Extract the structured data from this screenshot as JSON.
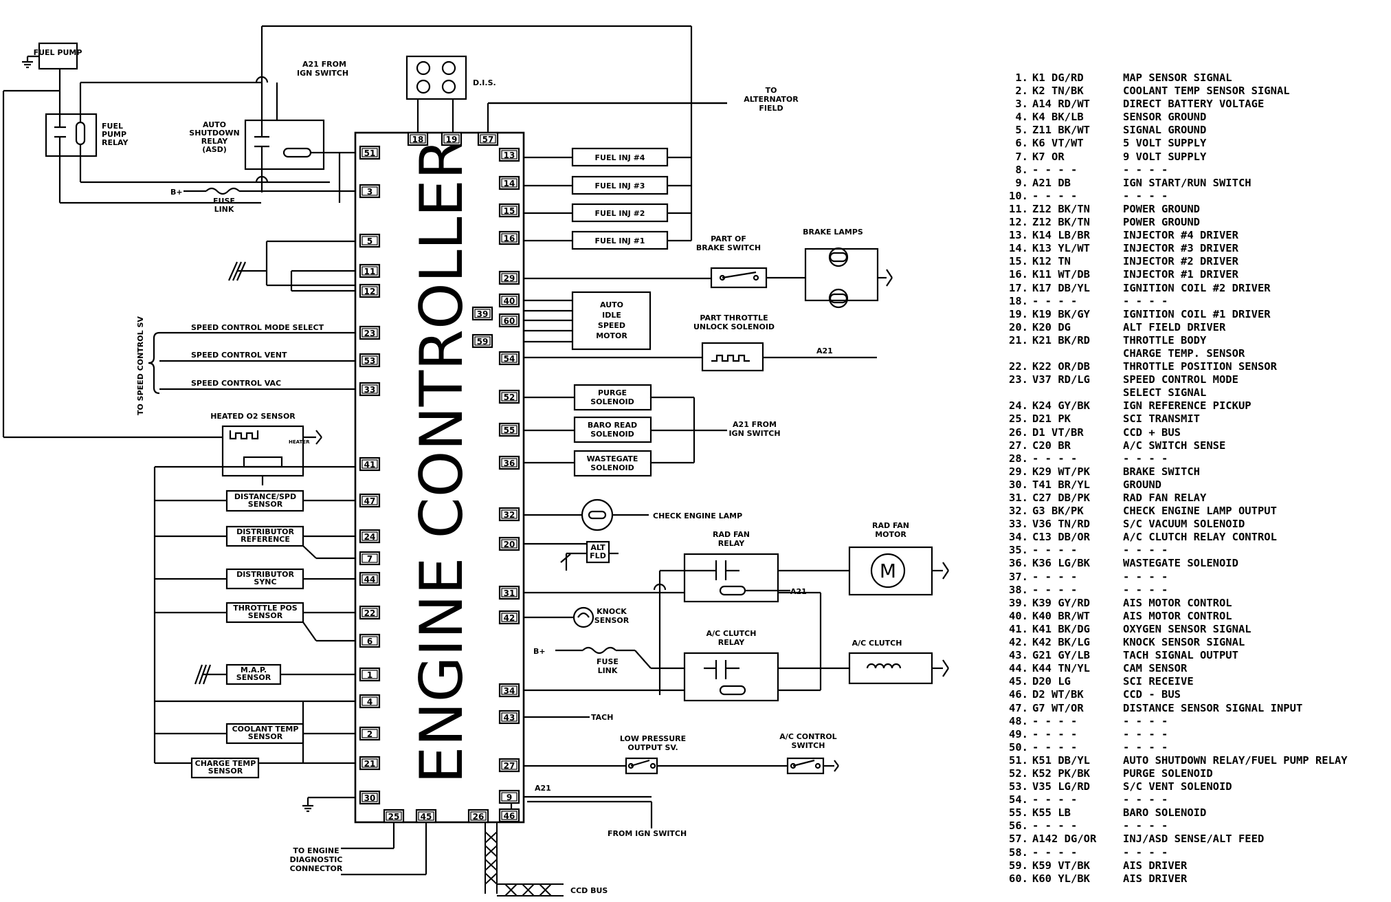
{
  "controller": {
    "title": "ENGINE CONTROLLER"
  },
  "left_pins": [
    {
      "pin": "51",
      "label": ""
    },
    {
      "pin": "3",
      "label": ""
    },
    {
      "pin": "5",
      "label": ""
    },
    {
      "pin": "11",
      "label": ""
    },
    {
      "pin": "12",
      "label": ""
    },
    {
      "pin": "23",
      "label": "SPEED CONTROL MODE SELECT"
    },
    {
      "pin": "53",
      "label": "SPEED CONTROL VENT"
    },
    {
      "pin": "33",
      "label": "SPEED CONTROL VAC"
    },
    {
      "pin": "41",
      "label": ""
    },
    {
      "pin": "47",
      "label": ""
    },
    {
      "pin": "24",
      "label": ""
    },
    {
      "pin": "7",
      "label": ""
    },
    {
      "pin": "44",
      "label": ""
    },
    {
      "pin": "22",
      "label": ""
    },
    {
      "pin": "6",
      "label": ""
    },
    {
      "pin": "1",
      "label": ""
    },
    {
      "pin": "4",
      "label": ""
    },
    {
      "pin": "2",
      "label": ""
    },
    {
      "pin": "21",
      "label": ""
    },
    {
      "pin": "30",
      "label": ""
    }
  ],
  "right_pins": [
    "13",
    "14",
    "15",
    "16",
    "29",
    "40",
    "60",
    "54",
    "52",
    "55",
    "36",
    "32",
    "20",
    "31",
    "42",
    "34",
    "43",
    "27",
    "9",
    "46"
  ],
  "mid_pins": [
    "39",
    "59"
  ],
  "top_pins": [
    "18",
    "19",
    "57"
  ],
  "bottom_pins": [
    "25",
    "45",
    "26"
  ],
  "components": {
    "fuel_pump": "FUEL PUMP",
    "fuel_pump_relay": [
      "FUEL",
      "PUMP",
      "RELAY"
    ],
    "a21_ign_top": [
      "A21 FROM",
      "IGN SWITCH"
    ],
    "asd_relay": [
      "AUTO",
      "SHUTDOWN",
      "RELAY",
      "(ASD)"
    ],
    "b_plus": "B+",
    "fuse_link": [
      "FUSE",
      "LINK"
    ],
    "dis": "D.I.S.",
    "alternator": [
      "TO",
      "ALTERNATOR",
      "FIELD"
    ],
    "fuel_inj": [
      "FUEL INJ #4",
      "FUEL INJ #3",
      "FUEL INJ #2",
      "FUEL INJ #1"
    ],
    "brake_lamps": "BRAKE LAMPS",
    "brake_switch": [
      "PART OF",
      "BRAKE SWITCH"
    ],
    "ais_motor": [
      "AUTO",
      "IDLE",
      "SPEED",
      "MOTOR"
    ],
    "throttle_unlock": [
      "PART THROTTLE",
      "UNLOCK SOLENOID"
    ],
    "a21": "A21",
    "purge": [
      "PURGE",
      "SOLENOID"
    ],
    "baro": [
      "BARO READ",
      "SOLENOID"
    ],
    "wastegate": [
      "WASTEGATE",
      "SOLENOID"
    ],
    "a21_ign_right": [
      "A21 FROM",
      "IGN SWITCH"
    ],
    "to_speed_control": "TO SPEED CONTROL SV",
    "heated_o2": "HEATED O2 SENSOR",
    "heater": "HEATER",
    "distance_spd": [
      "DISTANCE/SPD",
      "SENSOR"
    ],
    "dist_ref": [
      "DISTRIBUTOR",
      "REFERENCE"
    ],
    "dist_sync": [
      "DISTRIBUTOR",
      "SYNC"
    ],
    "throttle_pos": [
      "THROTTLE POS",
      "SENSOR"
    ],
    "map_sensor": [
      "M.A.P.",
      "SENSOR"
    ],
    "coolant_temp": [
      "COOLANT TEMP",
      "SENSOR"
    ],
    "charge_temp": [
      "CHARGE TEMP",
      "SENSOR"
    ],
    "check_engine": "CHECK ENGINE LAMP",
    "alt_fld": [
      "ALT",
      "FLD"
    ],
    "rad_fan_relay": [
      "RAD FAN",
      "RELAY"
    ],
    "rad_fan_motor": [
      "RAD FAN",
      "MOTOR"
    ],
    "motor_m": "M",
    "knock_sensor": [
      "KNOCK",
      "SENSOR"
    ],
    "ac_relay": [
      "A/C CLUTCH",
      "RELAY"
    ],
    "ac_clutch": "A/C CLUTCH",
    "tach": "TACH",
    "low_pressure": [
      "LOW PRESSURE",
      "OUTPUT SV."
    ],
    "ac_control": [
      "A/C CONTROL",
      "SWITCH"
    ],
    "from_ign": "FROM IGN SWITCH",
    "diag_conn": [
      "TO ENGINE",
      "DIAGNOSTIC",
      "CONNECTOR"
    ],
    "ccd_bus": "CCD BUS"
  },
  "pinout": [
    {
      "n": "1.",
      "c": "K1 DG/RD",
      "f": "MAP SENSOR SIGNAL"
    },
    {
      "n": "2.",
      "c": "K2 TN/BK",
      "f": "COOLANT TEMP SENSOR SIGNAL"
    },
    {
      "n": "3.",
      "c": "A14 RD/WT",
      "f": "DIRECT BATTERY VOLTAGE"
    },
    {
      "n": "4.",
      "c": "K4 BK/LB",
      "f": "SENSOR GROUND"
    },
    {
      "n": "5.",
      "c": "Z11 BK/WT",
      "f": "SIGNAL GROUND"
    },
    {
      "n": "6.",
      "c": "K6 VT/WT",
      "f": "5 VOLT SUPPLY"
    },
    {
      "n": "7.",
      "c": "K7 OR",
      "f": "9 VOLT SUPPLY"
    },
    {
      "n": "8.",
      "c": "- - - -",
      "f": "- - - -"
    },
    {
      "n": "9.",
      "c": "A21 DB",
      "f": "IGN START/RUN SWITCH"
    },
    {
      "n": "10.",
      "c": "- - - -",
      "f": "- - - -"
    },
    {
      "n": "11.",
      "c": "Z12 BK/TN",
      "f": "POWER GROUND"
    },
    {
      "n": "12.",
      "c": "Z12 BK/TN",
      "f": "POWER GROUND"
    },
    {
      "n": "13.",
      "c": "K14 LB/BR",
      "f": "INJECTOR #4 DRIVER"
    },
    {
      "n": "14.",
      "c": "K13 YL/WT",
      "f": "INJECTOR #3 DRIVER"
    },
    {
      "n": "15.",
      "c": "K12 TN",
      "f": "INJECTOR #2 DRIVER"
    },
    {
      "n": "16.",
      "c": "K11 WT/DB",
      "f": "INJECTOR #1 DRIVER"
    },
    {
      "n": "17.",
      "c": "K17 DB/YL",
      "f": "IGNITION COIL #2 DRIVER"
    },
    {
      "n": "18.",
      "c": "- - - -",
      "f": "- - - -"
    },
    {
      "n": "19.",
      "c": "K19 BK/GY",
      "f": "IGNITION COIL #1 DRIVER"
    },
    {
      "n": "20.",
      "c": "K20 DG",
      "f": "ALT FIELD DRIVER"
    },
    {
      "n": "21.",
      "c": "K21 BK/RD",
      "f": "THROTTLE BODY"
    },
    {
      "n": "",
      "c": "",
      "f": "CHARGE TEMP. SENSOR"
    },
    {
      "n": "22.",
      "c": "K22 OR/DB",
      "f": "THROTTLE POSITION SENSOR"
    },
    {
      "n": "23.",
      "c": "V37 RD/LG",
      "f": "SPEED CONTROL MODE"
    },
    {
      "n": "",
      "c": "",
      "f": "SELECT SIGNAL"
    },
    {
      "n": "24.",
      "c": "K24 GY/BK",
      "f": "IGN REFERENCE PICKUP"
    },
    {
      "n": "25.",
      "c": "D21 PK",
      "f": "SCI TRANSMIT"
    },
    {
      "n": "26.",
      "c": "D1 VT/BR",
      "f": "CCD + BUS"
    },
    {
      "n": "27.",
      "c": "C20 BR",
      "f": "A/C SWITCH SENSE"
    },
    {
      "n": "28.",
      "c": "- - - -",
      "f": "- - - -"
    },
    {
      "n": "29.",
      "c": "K29 WT/PK",
      "f": "BRAKE SWITCH"
    },
    {
      "n": "30.",
      "c": "T41 BR/YL",
      "f": "GROUND"
    },
    {
      "n": "31.",
      "c": "C27 DB/PK",
      "f": "RAD FAN RELAY"
    },
    {
      "n": "32.",
      "c": "G3 BK/PK",
      "f": "CHECK ENGINE LAMP OUTPUT"
    },
    {
      "n": "33.",
      "c": "V36 TN/RD",
      "f": "S/C VACUUM SOLENOID"
    },
    {
      "n": "34.",
      "c": "C13 DB/OR",
      "f": "A/C CLUTCH RELAY CONTROL"
    },
    {
      "n": "35.",
      "c": "- - - -",
      "f": "- - - -"
    },
    {
      "n": "36.",
      "c": "K36 LG/BK",
      "f": "WASTEGATE SOLENOID"
    },
    {
      "n": "37.",
      "c": "- - - -",
      "f": "- - - -"
    },
    {
      "n": "38.",
      "c": "- - - -",
      "f": "- - - -"
    },
    {
      "n": "39.",
      "c": "K39 GY/RD",
      "f": "AIS MOTOR CONTROL"
    },
    {
      "n": "40.",
      "c": "K40 BR/WT",
      "f": "AIS MOTOR CONTROL"
    },
    {
      "n": "41.",
      "c": "K41 BK/DG",
      "f": "OXYGEN SENSOR SIGNAL"
    },
    {
      "n": "42.",
      "c": "K42 BK/LG",
      "f": "KNOCK SENSOR SIGNAL"
    },
    {
      "n": "43.",
      "c": "G21 GY/LB",
      "f": "TACH SIGNAL OUTPUT"
    },
    {
      "n": "44.",
      "c": "K44 TN/YL",
      "f": "CAM SENSOR"
    },
    {
      "n": "45.",
      "c": "D20 LG",
      "f": "SCI RECEIVE"
    },
    {
      "n": "46.",
      "c": "D2 WT/BK",
      "f": "CCD - BUS"
    },
    {
      "n": "47.",
      "c": "G7 WT/OR",
      "f": "DISTANCE SENSOR SIGNAL INPUT"
    },
    {
      "n": "48.",
      "c": "- - - -",
      "f": "- - - -"
    },
    {
      "n": "49.",
      "c": "- - - -",
      "f": "- - - -"
    },
    {
      "n": "50.",
      "c": "- - - -",
      "f": "- - - -"
    },
    {
      "n": "51.",
      "c": "K51 DB/YL",
      "f": "AUTO SHUTDOWN RELAY/FUEL PUMP RELAY"
    },
    {
      "n": "52.",
      "c": "K52 PK/BK",
      "f": "PURGE SOLENOID"
    },
    {
      "n": "53.",
      "c": "V35 LG/RD",
      "f": "S/C VENT SOLENOID"
    },
    {
      "n": "54.",
      "c": "- - - -",
      "f": "- - - -"
    },
    {
      "n": "55.",
      "c": "K55 LB",
      "f": "BARO SOLENOID"
    },
    {
      "n": "56.",
      "c": "- - - -",
      "f": "- - - -"
    },
    {
      "n": "57.",
      "c": "A142 DG/OR",
      "f": "INJ/ASD SENSE/ALT FEED"
    },
    {
      "n": "58.",
      "c": "- - - -",
      "f": "- - - -"
    },
    {
      "n": "59.",
      "c": "K59 VT/BK",
      "f": "AIS DRIVER"
    },
    {
      "n": "60.",
      "c": "K60 YL/BK",
      "f": "AIS DRIVER"
    }
  ]
}
